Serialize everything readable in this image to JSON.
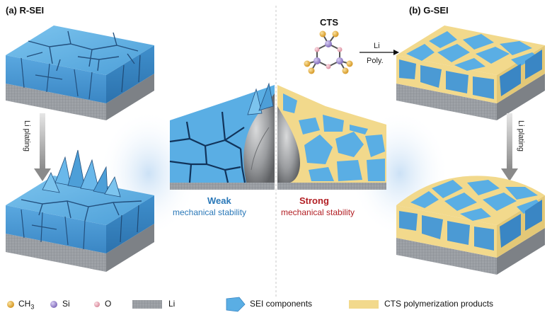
{
  "panels": {
    "left_title": "(a) R-SEI",
    "right_title": "(b) G-SEI"
  },
  "molecule": {
    "title": "CTS",
    "arrow_top": "Li",
    "arrow_bottom": "Poly."
  },
  "process": {
    "left_arrow_label": "Li plating",
    "right_arrow_label": "Li plating"
  },
  "stability": {
    "weak_title": "Weak",
    "weak_sub": "mechanical stability",
    "strong_title": "Strong",
    "strong_sub": "mechanical stability"
  },
  "legend": {
    "ch3_label": "CH",
    "ch3_sub": "3",
    "si_label": "Si",
    "o_label": "O",
    "li_label": "Li",
    "sei_label": "SEI components",
    "cts_label": "CTS polymerization products"
  },
  "colors": {
    "sei_blue": "#5aaee4",
    "polymer_yellow": "#f2d98c",
    "li_gray": "#9a9ea3",
    "ch3_gold": "#e0a22a",
    "si_purple": "#9a86cf",
    "o_pink": "#eaa3b3",
    "weak_blue": "#2a78b8",
    "strong_red": "#b21f24"
  }
}
